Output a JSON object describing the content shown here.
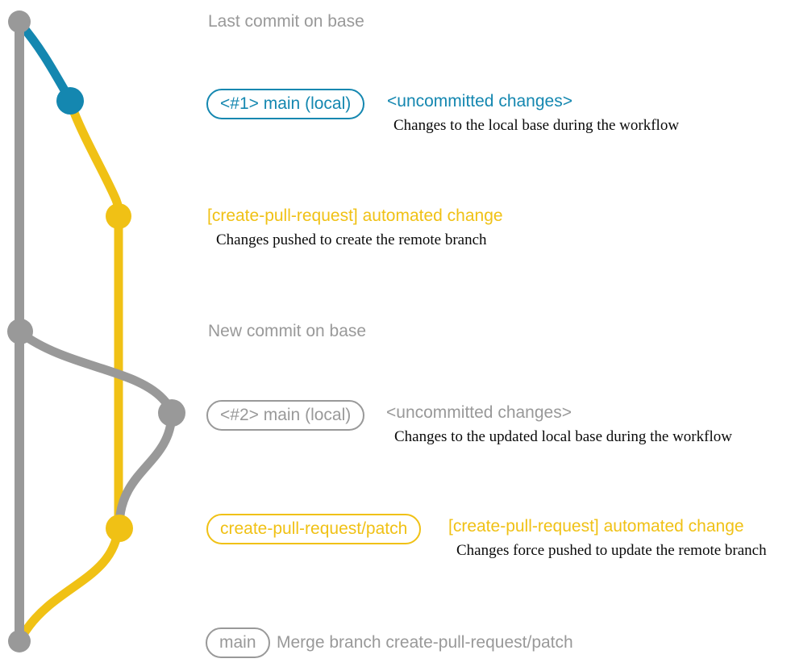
{
  "colors": {
    "base": "#999999",
    "local": "#1487B0",
    "remote": "#F0C115"
  },
  "rows": [
    {
      "label": "Last commit on base"
    },
    {
      "badge": "<#1> main (local)",
      "status": "<uncommitted changes>",
      "note": "Changes to the local base during the workflow"
    },
    {
      "message": "[create-pull-request] automated change",
      "note": "Changes pushed to create the remote branch"
    },
    {
      "label": "New commit on base"
    },
    {
      "badge": "<#2> main (local)",
      "status": "<uncommitted changes>",
      "note": "Changes to the updated local base during the workflow"
    },
    {
      "badge": "create-pull-request/patch",
      "message": "[create-pull-request] automated change",
      "note": "Changes force pushed to update the remote branch"
    },
    {
      "badge": "main",
      "message": "Merge branch create-pull-request/patch"
    }
  ]
}
